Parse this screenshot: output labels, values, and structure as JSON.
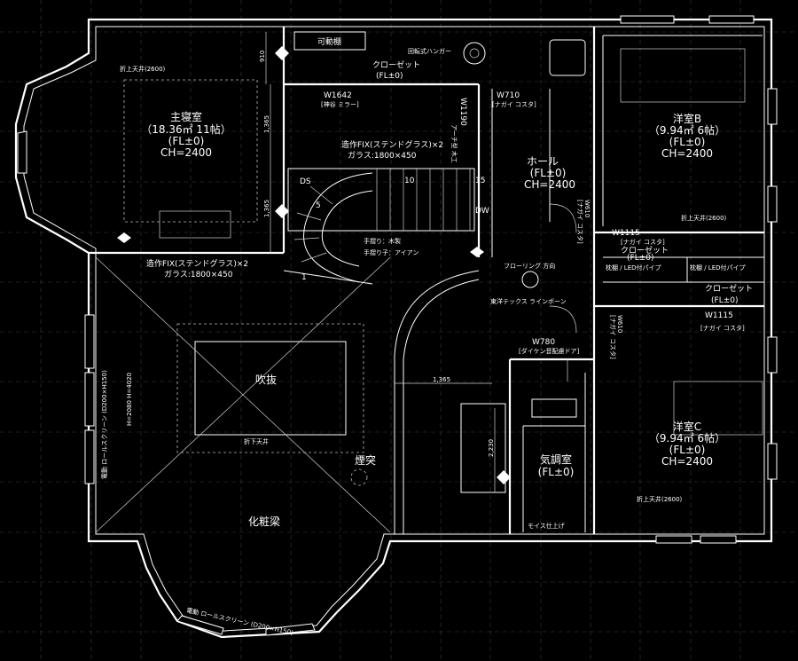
{
  "rooms": {
    "master_bedroom": {
      "name": "主寝室",
      "size": "（18.36㎡ 11帖）",
      "floor": "(FL±0)",
      "ceiling": "CH=2400",
      "ceiling_note": "折上天井(2600)"
    },
    "hall": {
      "name": "ホール",
      "floor": "(FL±0)",
      "ceiling": "CH=2400"
    },
    "western_b": {
      "name": "洋室B",
      "size": "（9.94㎡ 6帖）",
      "floor": "(FL±0)",
      "ceiling": "CH=2400",
      "ceiling_note": "折上天井(2600)"
    },
    "western_c": {
      "name": "洋室C",
      "size": "（9.94㎡ 6帖）",
      "floor": "(FL±0)",
      "ceiling": "CH=2400",
      "ceiling_note": "折上天井(2600)"
    },
    "void": {
      "name": "吹抜",
      "ceiling_note": "折下天井",
      "beam": "化粧梁",
      "chimney": "煙突"
    },
    "closet_top": {
      "name": "クローゼット",
      "floor": "(FL±0)",
      "movable_shelf": "可動棚",
      "rotating_hanger": "回転式ハンガー"
    },
    "closet_right": {
      "name": "クローゼット",
      "floor": "(FL±0)"
    },
    "closet_b": {
      "name": "クローゼット",
      "floor": "(FL±0)"
    },
    "utility": {
      "name": "気調室",
      "floor": "(FL±0)",
      "note": "モイス仕上げ"
    }
  },
  "doors": {
    "w1642": {
      "code": "W1642",
      "spec": "[神谷 ミラー]"
    },
    "w710": {
      "code": "W710",
      "spec": "[ナガイ コスタ]"
    },
    "w1190": {
      "code": "W1190",
      "spec": "アーチ型 木工"
    },
    "w1115_b": {
      "code": "W1115",
      "spec": "[ナガイ コスタ]"
    },
    "w1115_c": {
      "code": "W1115",
      "spec": "[ナガイ コスタ]"
    },
    "w780": {
      "code": "W780",
      "spec": "[ダイケン音配慮ドア]"
    },
    "w610_a": {
      "code": "W610",
      "spec": "[ナガイ コスタ]"
    },
    "w610_b": {
      "code": "W610",
      "spec": "[ナガイ コスタ]"
    }
  },
  "fixtures": {
    "fix_glass_top": {
      "line1": "造作FIX(ステンドグラス)×2",
      "line2": "ガラス:1800×450"
    },
    "fix_glass_left": {
      "line1": "造作FIX(ステンドグラス)×2",
      "line2": "ガラス:1800×450"
    },
    "handrail": "手摺り：木製",
    "handrail_post": "手摺り子：アイアン",
    "shelf_led_1": "枕棚 / LED付パイプ",
    "shelf_led_2": "枕棚 / LED付パイプ",
    "floor_direction": "フローリング 方向",
    "floor_maker": "東洋テックス ラインボーン",
    "bay_window_left": "電動 ロールスクリーン (D200×H150)",
    "bay_window_bottom": "電動 ロールスクリーン (D200×H150)",
    "window_height": "H=2080 H=4020"
  },
  "stairs": {
    "ds": "DS",
    "dw": "DW",
    "step_1": "1",
    "step_5": "5",
    "step_10": "10",
    "step_15": "15"
  },
  "dimensions": {
    "d910": "910",
    "d1365a": "1,365",
    "d1365b": "1,365",
    "d1365c": "1,365",
    "d2230": "2,230"
  }
}
